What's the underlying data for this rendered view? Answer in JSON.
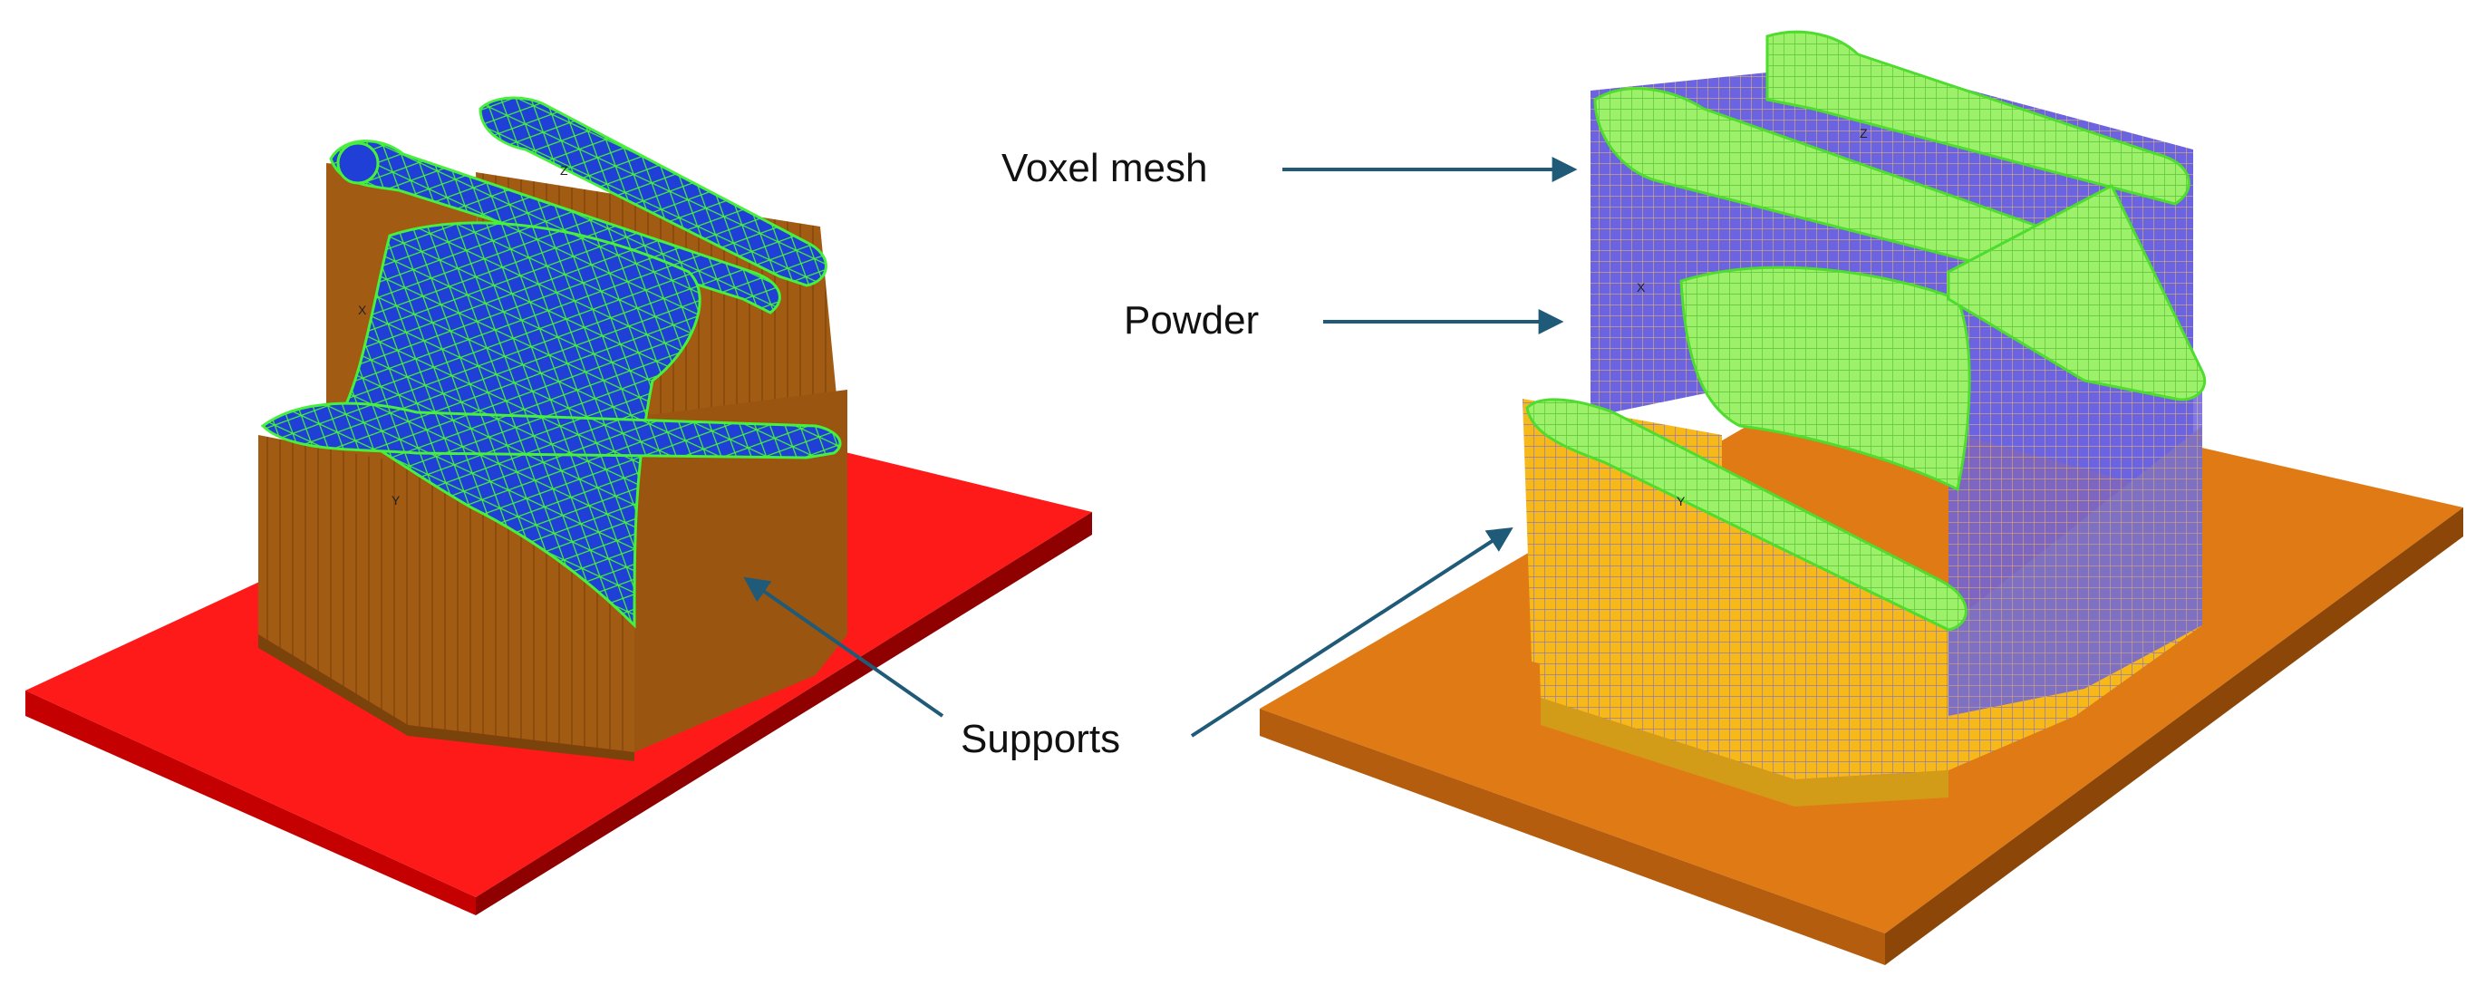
{
  "colors": {
    "left_plate_top": "#ff1a1a",
    "left_plate_front": "#c40000",
    "left_plate_side": "#8f0000",
    "support_brown": "#a15b12",
    "support_brown_dark": "#7a430c",
    "mesh_blue": "#1f3fd6",
    "mesh_edge_green": "#46f03b",
    "right_plate_top": "#e07a14",
    "right_plate_front": "#b55d0e",
    "right_plate_side": "#8c4708",
    "powder_yellow": "#f7b91a",
    "voxel_green": "#9cf06a",
    "voxel_purple": "#5a55d8",
    "arrow": "#1f5a78"
  },
  "labels": {
    "voxel_mesh": "Voxel mesh",
    "powder": "Powder",
    "supports": "Supports"
  },
  "axis_marks": {
    "left_z": "Z",
    "left_x": "X",
    "left_y": "Y",
    "right_z": "Z",
    "right_x": "X",
    "right_y": "Y"
  }
}
